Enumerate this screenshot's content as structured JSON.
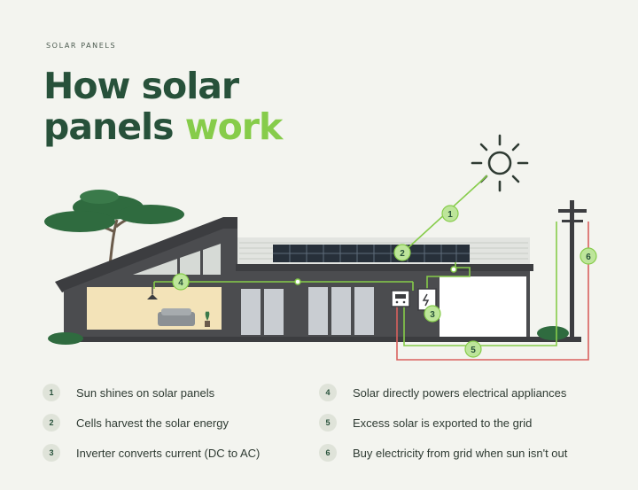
{
  "header": {
    "eyebrow": "SOLAR PANELS",
    "title_line1": "How solar",
    "title_line2_main": "panels ",
    "title_line2_accent": "work"
  },
  "diagram": {
    "steps": [
      {
        "num": "1",
        "text": "Sun shines on solar panels"
      },
      {
        "num": "2",
        "text": "Cells harvest the solar energy"
      },
      {
        "num": "3",
        "text": "Inverter converts current (DC to AC)"
      },
      {
        "num": "4",
        "text": "Solar directly powers electrical appliances"
      },
      {
        "num": "5",
        "text": "Excess solar is exported to the grid"
      },
      {
        "num": "6",
        "text": "Buy electricity from grid when sun isn't out"
      }
    ]
  },
  "colors": {
    "dark_green": "#27513a",
    "accent_green": "#86cc4a",
    "house_gray": "#4b4c4f",
    "grid_red": "#d9605e",
    "background": "#f3f4ef"
  }
}
